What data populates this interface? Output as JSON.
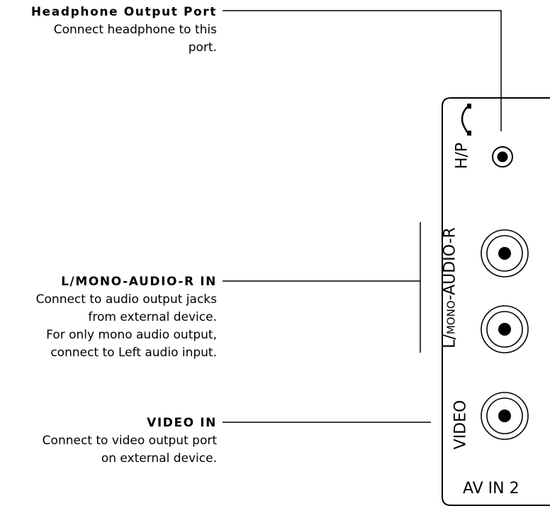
{
  "callouts": {
    "headphone": {
      "title": "Headphone Output Port",
      "line1": "Connect headphone to this",
      "line2": "port."
    },
    "audio": {
      "title": "L/MONO-AUDIO-R IN",
      "line1": "Connect to audio output jacks",
      "line2": "from external device.",
      "line3": "For only mono audio output,",
      "line4": "connect to Left audio input."
    },
    "video": {
      "title": "VIDEO IN",
      "line1": "Connect to video output port",
      "line2": "on external device."
    }
  },
  "panel": {
    "label_hp": "H/P",
    "label_audio_prefix": "L/",
    "label_audio_small": "MONO",
    "label_audio_suffix": "-AUDIO-R",
    "label_video": "VIDEO",
    "title": "AV IN 2"
  },
  "icons": [
    "headphone-icon",
    "headphone-jack",
    "audio-r-jack",
    "audio-l-jack",
    "video-jack"
  ]
}
